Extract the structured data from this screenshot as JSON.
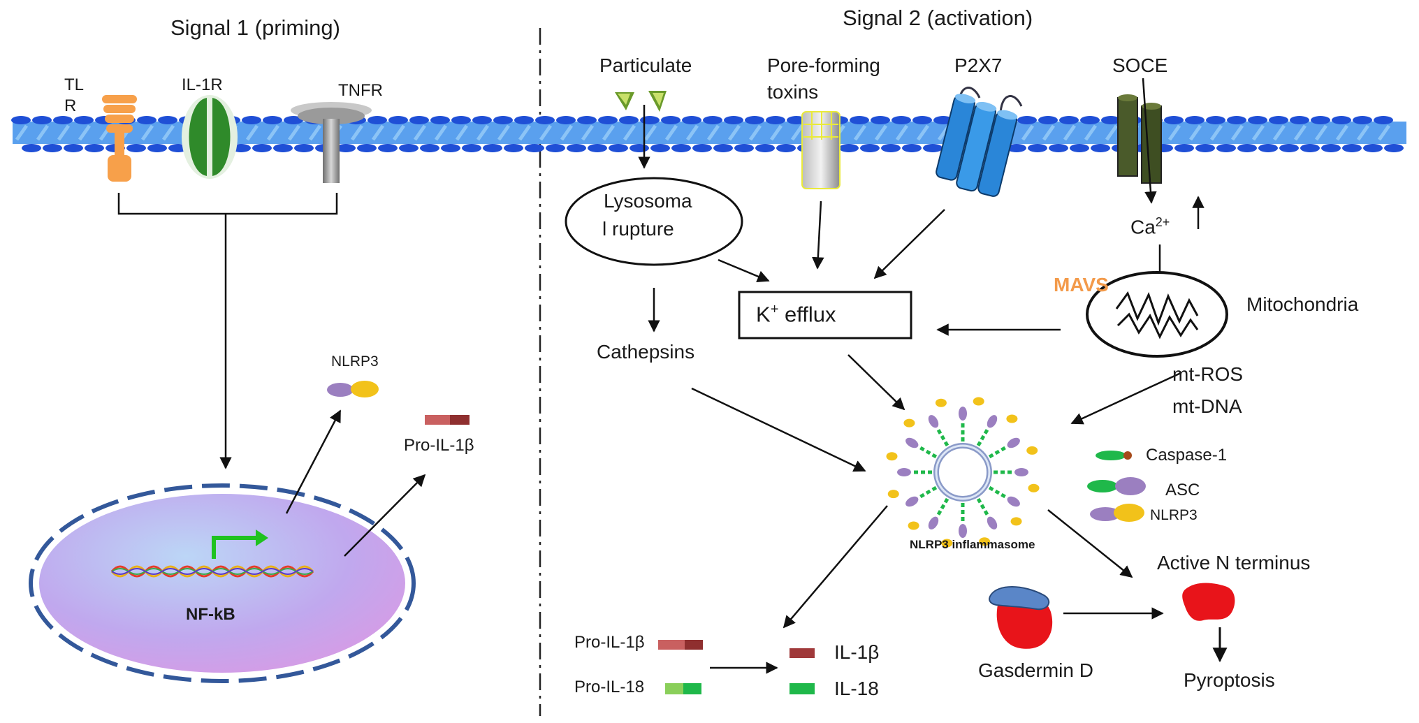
{
  "signal1": {
    "title": "Signal 1 (priming)",
    "receptors": {
      "tlr_part1": "TL",
      "tlr_part2": "R",
      "il1r": "IL-1R",
      "tnfr": "TNFR"
    },
    "nucleus_label": "NF-kB",
    "nlrp3": "NLRP3",
    "pro_il1b": "Pro-IL-1β"
  },
  "signal2": {
    "title": "Signal 2 (activation)",
    "particulate": "Particulate",
    "pore_forming_line1": "Pore-forming",
    "pore_forming_line2": "toxins",
    "p2x7": "P2X7",
    "soce": "SOCE",
    "lysosomal_line1": "Lysosoma",
    "lysosomal_line2": "l rupture",
    "calcium_base": "Ca",
    "calcium_sup": "2+",
    "mavs": "MAVS",
    "mitochondria": "Mitochondria",
    "k_efflux_base": "K",
    "k_efflux_sup": "+",
    "k_efflux_rest": " efflux",
    "cathepsins": "Cathepsins",
    "mt_ros": "mt-ROS",
    "mt_dna": "mt-DNA",
    "inflammasome": "NLRP3 inflammasome",
    "legend": {
      "caspase1": "Caspase-1",
      "asc": "ASC",
      "nlrp3": "NLRP3"
    },
    "active_n": "Active N terminus",
    "gasdermin": "Gasdermin D",
    "pyroptosis": "Pyroptosis",
    "pro_il1b": "Pro-IL-1β",
    "pro_il18": "Pro-IL-18",
    "il1b": "IL-1β",
    "il18": "IL-18"
  },
  "colors": {
    "membrane_head": "#1f4fd6",
    "membrane_tail": "#5aa0ee",
    "tlr": "#f7a04a",
    "il1r": "#2f8a2a",
    "tnfr": "#9a9a9a",
    "p2x7": "#2a86d8",
    "soce": "#4a5a2a",
    "caspase1": "#1fb84a",
    "asc_nlrp3_purple": "#9b7fc0",
    "nlrp3_yellow": "#f2c21a",
    "il1b": "#a0393a",
    "il18": "#1fb84a",
    "gasdermin_red": "#e8141a",
    "gasdermin_blue": "#5a86c8",
    "mavs": "#f39a4a",
    "arrow_green": "#1fc21f"
  }
}
